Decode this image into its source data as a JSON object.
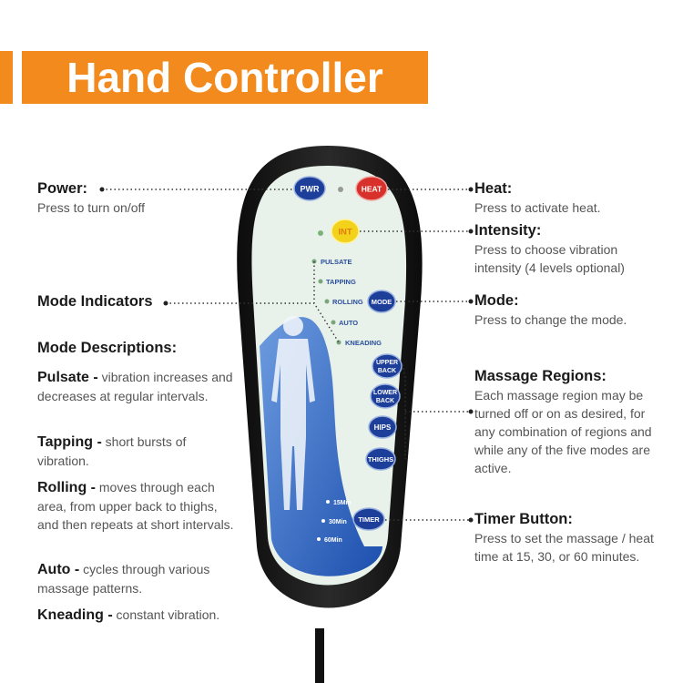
{
  "banner": {
    "title": "Hand Controller"
  },
  "left": {
    "power_title": "Power:",
    "power_desc": "Press to turn on/off",
    "mode_indicators_title": "Mode Indicators",
    "mode_descriptions_title": "Mode Descriptions:",
    "modes": [
      {
        "name": "Pulsate -",
        "desc": " vibration increases and decreases at regular intervals."
      },
      {
        "name": "Tapping -",
        "desc": " short bursts of vibration."
      },
      {
        "name": "Rolling -",
        "desc": " moves through each area, from upper back to thighs, and then repeats at short intervals."
      },
      {
        "name": "Auto -",
        "desc": " cycles through various massage patterns."
      },
      {
        "name": "Kneading -",
        "desc": " constant vibration."
      }
    ]
  },
  "right": {
    "heat_title": "Heat:",
    "heat_desc": "Press to activate heat.",
    "intensity_title": "Intensity:",
    "intensity_desc": "Press to choose vibration intensity (4 levels optional)",
    "mode_title": "Mode:",
    "mode_desc": "Press to change the mode.",
    "regions_title": "Massage Regions:",
    "regions_desc": "Each massage region may be turned off or on as desired, for any combination of regions and while any of the five modes are active.",
    "timer_title": "Timer Button:",
    "timer_desc": "Press to set the massage / heat time at 15, 30, or 60 minutes."
  },
  "controller": {
    "pwr": "PWR",
    "heat": "HEAT",
    "int": "INT",
    "mode": "MODE",
    "upper_back": [
      "UPPER",
      "BACK"
    ],
    "lower_back": [
      "LOWER",
      "BACK"
    ],
    "hips": "HIPS",
    "thighs": "THIGHS",
    "timer": "TIMER",
    "mode_labels": [
      "PULSATE",
      "TAPPING",
      "ROLLING",
      "AUTO",
      "KNEADING"
    ],
    "time_labels": [
      "15Min",
      "30Min",
      "60Min"
    ]
  },
  "colors": {
    "accent": "#f28a1d",
    "button_blue": "#1d3f9a",
    "heat_red": "#d8312b",
    "int_yellow": "#f2d21b",
    "panel_blue": "#2a5bb8"
  }
}
